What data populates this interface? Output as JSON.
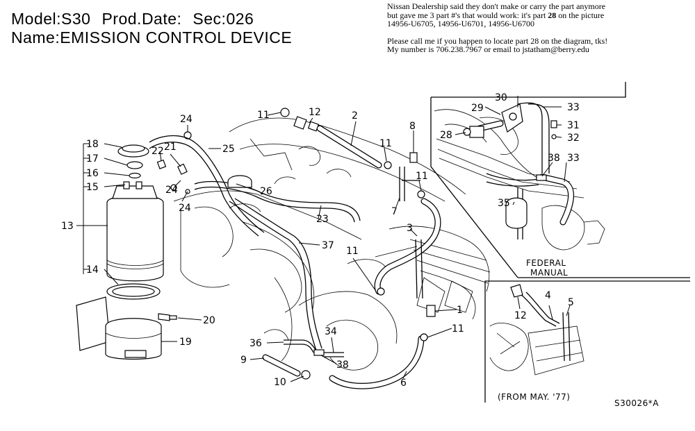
{
  "header": {
    "model": "Model:S30",
    "prod_date": "Prod.Date:",
    "sec": "Sec:026",
    "name": "Name:EMISSION CONTROL DEVICE"
  },
  "note": {
    "line1": "Nissan Dealership said they don't make or carry the part anymore",
    "line2a": "but gave me 3 part #'s that would work: it's part ",
    "line2b": "28",
    "line2c": " on the picture",
    "line3": "14956-U6705, 14956-U6701, 14956-U6700",
    "line4": "Please call me if you happen to locate part 28 on the diagram, tks!",
    "line5": "My number is 706.238.7967 or email to jstatham@berry.edu"
  },
  "callouts": {
    "c1": "1",
    "c2": "2",
    "c3": "3",
    "c4": "4",
    "c5": "5",
    "c6": "6",
    "c7": "7",
    "c8": "8",
    "c9": "9",
    "c10": "10",
    "c11a": "11",
    "c11b": "11",
    "c11c": "11",
    "c11d": "11",
    "c11e": "11",
    "c12a": "12",
    "c12b": "12",
    "c13": "13",
    "c14": "14",
    "c15": "15",
    "c16": "16",
    "c17": "17",
    "c18": "18",
    "c19": "19",
    "c20": "20",
    "c21": "21",
    "c22": "22",
    "c23": "23",
    "c24a": "24",
    "c24b": "24",
    "c24c": "24",
    "c25": "25",
    "c26": "26",
    "c28": "28",
    "c29": "29",
    "c30": "30",
    "c31": "31",
    "c32": "32",
    "c33a": "33",
    "c33b": "33",
    "c34": "34",
    "c35": "35",
    "c36": "36",
    "c37": "37",
    "c38a": "38",
    "c38b": "38"
  },
  "labels": {
    "federal": "FEDERAL",
    "manual": "MANUAL",
    "from_may": "(FROM MAY. '77)",
    "code": "S30026*A"
  }
}
